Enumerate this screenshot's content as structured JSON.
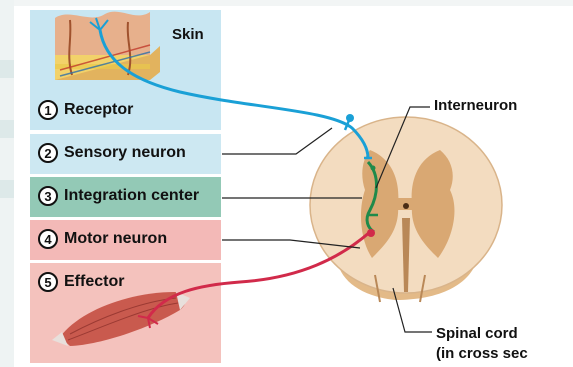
{
  "diagram": {
    "steps": [
      {
        "number": "1",
        "label": "Receptor"
      },
      {
        "number": "2",
        "label": "Sensory neuron"
      },
      {
        "number": "3",
        "label": "Integration center"
      },
      {
        "number": "4",
        "label": "Motor neuron"
      },
      {
        "number": "5",
        "label": "Effector"
      }
    ],
    "skin_label": "Skin",
    "interneuron_label": "Interneuron",
    "spinal_cord_label_line1": "Spinal cord",
    "spinal_cord_label_line2": "(in cross sec",
    "colors": {
      "receptor_panel": "#c8e6f2",
      "sensory_panel": "#cde8f2",
      "integration_panel": "#93c9b6",
      "motor_panel": "#f3b9b7",
      "effector_panel": "#f4c2bd",
      "sensory_neuron": "#1aa0d6",
      "interneuron": "#1f8a4a",
      "motor_neuron": "#d12a4a",
      "spinal_white_matter": "#f3dcc0",
      "spinal_grey_matter": "#d9a873"
    }
  }
}
